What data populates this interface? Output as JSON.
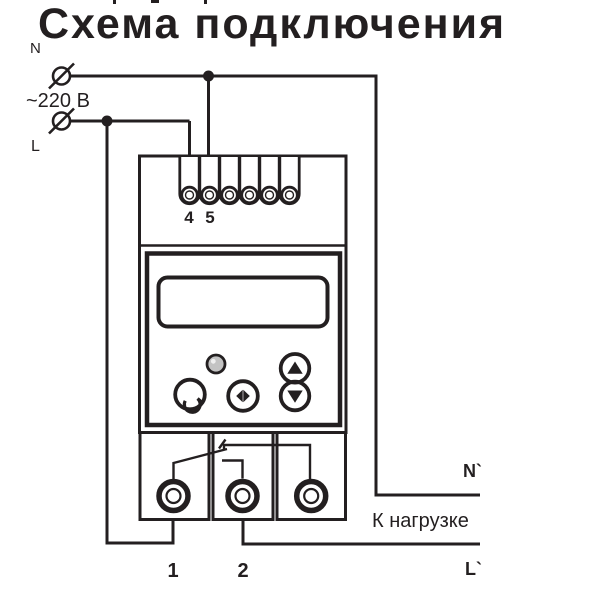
{
  "title": "Схема подключения",
  "input": {
    "neutral_label": "N",
    "voltage_label": "~220 В",
    "line_label": "L"
  },
  "device": {
    "top_terminal_labels": {
      "t4": "4",
      "t5": "5"
    },
    "bottom_terminal_labels": {
      "t1": "1",
      "t2": "2"
    },
    "icons": {
      "reset_button": "rotate-arc-icon",
      "select_button": "left-right-arrows-icon",
      "up_button": "up-triangle-icon",
      "down_button": "down-triangle-icon",
      "led": "status-led"
    }
  },
  "output": {
    "neutral_label": "N`",
    "load_label": "К нагрузке",
    "line_label": "L`"
  },
  "colors": {
    "ink": "#231f20",
    "paper": "#ffffff",
    "led_fill": "#c3c3c3"
  }
}
